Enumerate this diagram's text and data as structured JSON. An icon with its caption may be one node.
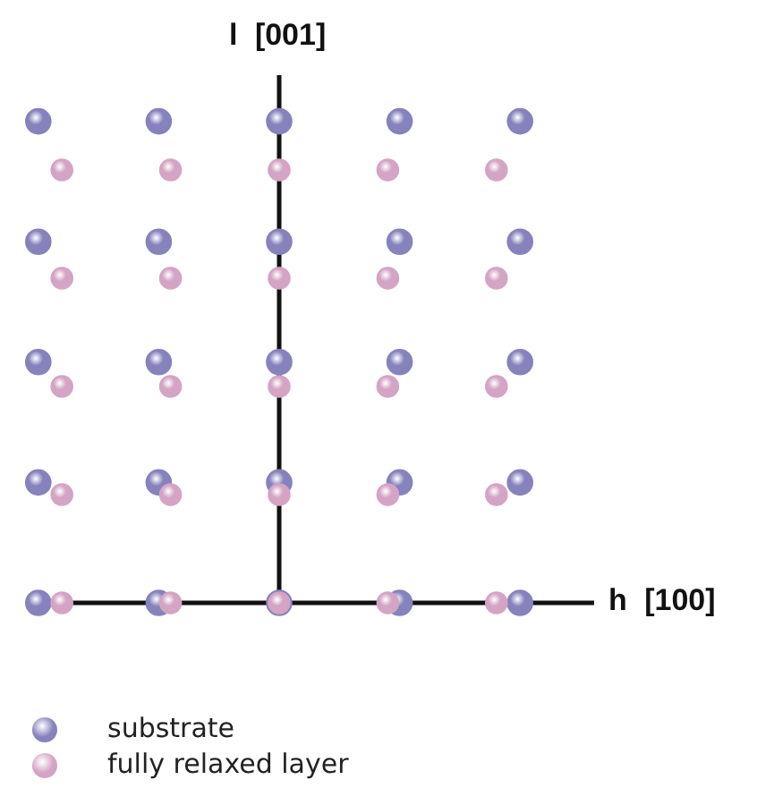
{
  "diagram": {
    "labels": [
      "l [001]",
      "h [100]"
    ],
    "legend": [
      {
        "text": "substrate",
        "color": "#8682bc"
      },
      {
        "text": "fully relaxed layer",
        "color": "#d4a4c4"
      }
    ]
  }
}
